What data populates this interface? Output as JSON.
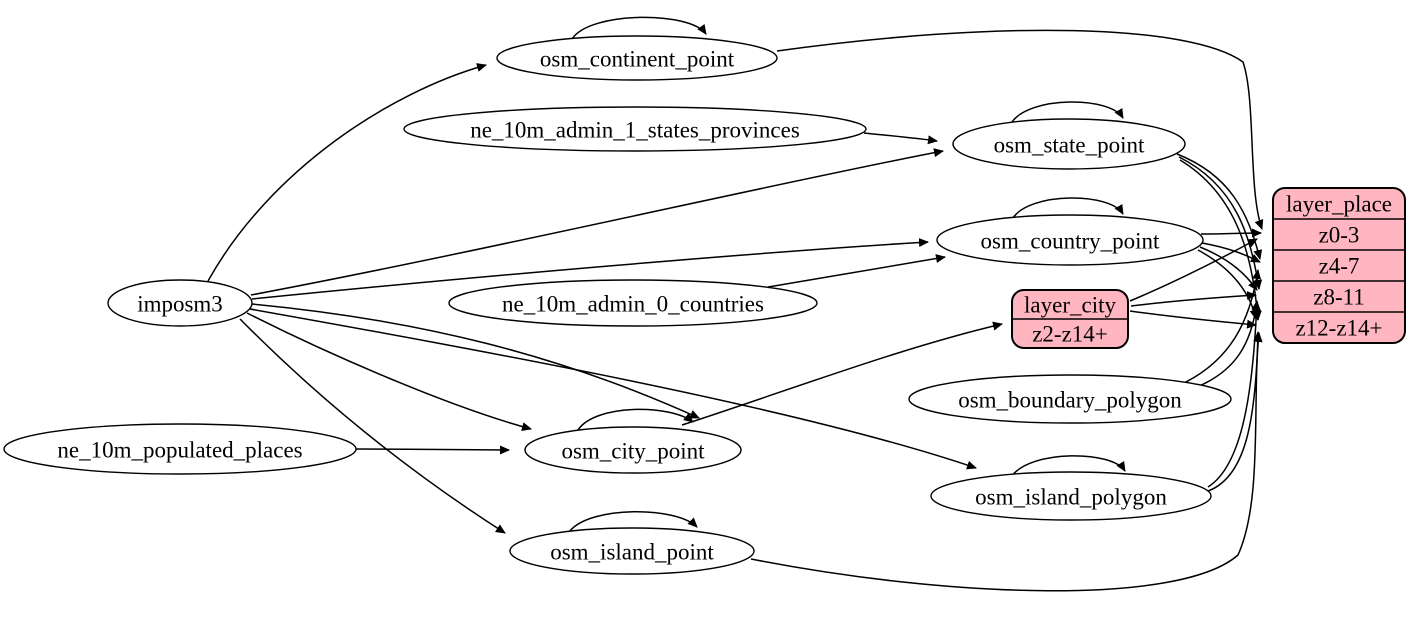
{
  "diagram": {
    "kind": "etl-dependency-graph",
    "colors": {
      "background": "#ffffff",
      "ellipse_fill": "#ffffff",
      "record_fill": "#ffb6c1",
      "stroke": "#000000"
    },
    "nodes": [
      {
        "id": "imposm3",
        "label": "imposm3",
        "shape": "ellipse"
      },
      {
        "id": "ne_10m_populated_places",
        "label": "ne_10m_populated_places",
        "shape": "ellipse"
      },
      {
        "id": "osm_continent_point",
        "label": "osm_continent_point",
        "shape": "ellipse"
      },
      {
        "id": "ne_10m_admin_1_states_provinces",
        "label": "ne_10m_admin_1_states_provinces",
        "shape": "ellipse"
      },
      {
        "id": "ne_10m_admin_0_countries",
        "label": "ne_10m_admin_0_countries",
        "shape": "ellipse"
      },
      {
        "id": "osm_city_point",
        "label": "osm_city_point",
        "shape": "ellipse"
      },
      {
        "id": "osm_island_point",
        "label": "osm_island_point",
        "shape": "ellipse"
      },
      {
        "id": "osm_state_point",
        "label": "osm_state_point",
        "shape": "ellipse"
      },
      {
        "id": "osm_country_point",
        "label": "osm_country_point",
        "shape": "ellipse"
      },
      {
        "id": "osm_boundary_polygon",
        "label": "osm_boundary_polygon",
        "shape": "ellipse"
      },
      {
        "id": "osm_island_polygon",
        "label": "osm_island_polygon",
        "shape": "ellipse"
      },
      {
        "id": "layer_city",
        "label": "layer_city",
        "shape": "record",
        "rows": [
          "z2-z14+"
        ]
      },
      {
        "id": "layer_place",
        "label": "layer_place",
        "shape": "record",
        "rows": [
          "z0-3",
          "z4-7",
          "z8-11",
          "z12-z14+"
        ]
      }
    ],
    "edges": [
      {
        "from": "imposm3",
        "to": "osm_continent_point"
      },
      {
        "from": "imposm3",
        "to": "osm_state_point"
      },
      {
        "from": "imposm3",
        "to": "osm_country_point"
      },
      {
        "from": "imposm3",
        "to": "osm_city_point"
      },
      {
        "from": "imposm3",
        "to": "osm_island_point"
      },
      {
        "from": "imposm3",
        "to": "osm_island_polygon"
      },
      {
        "from": "ne_10m_admin_1_states_provinces",
        "to": "osm_state_point"
      },
      {
        "from": "ne_10m_admin_0_countries",
        "to": "osm_country_point"
      },
      {
        "from": "ne_10m_populated_places",
        "to": "osm_city_point"
      },
      {
        "from": "osm_continent_point",
        "to": "osm_continent_point",
        "self_loop": true
      },
      {
        "from": "osm_state_point",
        "to": "osm_state_point",
        "self_loop": true
      },
      {
        "from": "osm_country_point",
        "to": "osm_country_point",
        "self_loop": true
      },
      {
        "from": "osm_city_point",
        "to": "osm_city_point",
        "self_loop": true
      },
      {
        "from": "osm_island_point",
        "to": "osm_island_point",
        "self_loop": true
      },
      {
        "from": "osm_island_polygon",
        "to": "osm_island_polygon",
        "self_loop": true
      },
      {
        "from": "osm_city_point",
        "to": "layer_city",
        "to_row": "z2-z14+"
      },
      {
        "from": "osm_continent_point",
        "to": "layer_place",
        "to_row": "z0-3"
      },
      {
        "from": "osm_country_point",
        "to": "layer_place",
        "to_row": "z0-3"
      },
      {
        "from": "osm_country_point",
        "to": "layer_place",
        "to_row": "z4-7"
      },
      {
        "from": "osm_country_point",
        "to": "layer_place",
        "to_row": "z8-11"
      },
      {
        "from": "osm_country_point",
        "to": "layer_place",
        "to_row": "z12-z14+"
      },
      {
        "from": "osm_state_point",
        "to": "layer_place",
        "to_row": "z4-7"
      },
      {
        "from": "osm_state_point",
        "to": "layer_place",
        "to_row": "z8-11"
      },
      {
        "from": "osm_state_point",
        "to": "layer_place",
        "to_row": "z12-z14+"
      },
      {
        "from": "osm_city_point",
        "to": "layer_place",
        "to_row": "z0-3"
      },
      {
        "from": "osm_city_point",
        "to": "layer_place",
        "to_row": "z8-11"
      },
      {
        "from": "osm_city_point",
        "to": "layer_place",
        "to_row": "z12-z14+"
      },
      {
        "from": "osm_boundary_polygon",
        "to": "layer_place",
        "to_row": "z4-7"
      },
      {
        "from": "osm_boundary_polygon",
        "to": "layer_place",
        "to_row": "z8-11"
      },
      {
        "from": "osm_island_polygon",
        "to": "layer_place",
        "to_row": "z8-11"
      },
      {
        "from": "osm_island_polygon",
        "to": "layer_place",
        "to_row": "z12-z14+"
      },
      {
        "from": "osm_island_point",
        "to": "layer_place",
        "to_row": "z12-z14+"
      }
    ]
  }
}
